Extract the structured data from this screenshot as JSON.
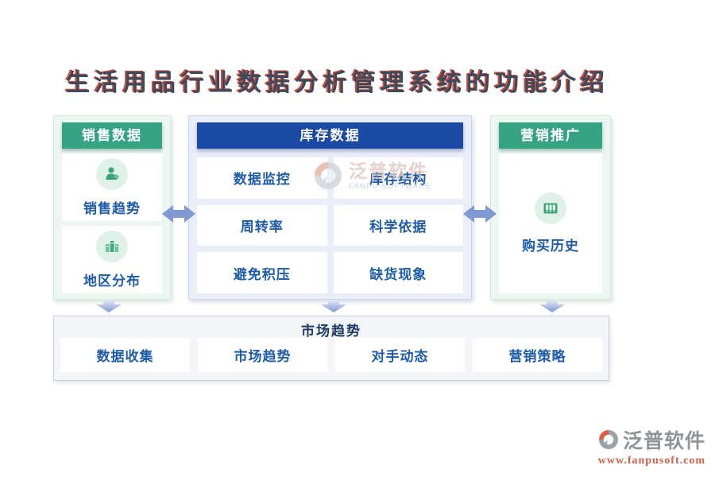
{
  "title": "生活用品行业数据分析管理系统的功能介绍",
  "panels": {
    "sales": {
      "header": "销售数据",
      "items": [
        {
          "label": "销售趋势",
          "icon": "user-icon"
        },
        {
          "label": "地区分布",
          "icon": "bar-chart-icon"
        }
      ]
    },
    "inventory": {
      "header": "库存数据",
      "items": [
        "数据监控",
        "库存结构",
        "周转率",
        "科学依据",
        "避免积压",
        "缺货现象"
      ]
    },
    "marketing": {
      "header": "营销推广",
      "items": [
        {
          "label": "购买历史",
          "icon": "archive-icon"
        }
      ]
    }
  },
  "bottom_section": {
    "header": "市场趋势",
    "items": [
      "数据收集",
      "市场趋势",
      "对手动态",
      "营销策略"
    ]
  },
  "watermarks": {
    "center": {
      "brand": "泛普软件",
      "subtitle": "FANPU SOFTWARE"
    },
    "corner": {
      "brand": "泛普软件",
      "url": "www.fanpusoft.com"
    }
  },
  "colors": {
    "title_text": "#3e4a5c",
    "title_accent": "#cf4b3a",
    "green_header": "#36a383",
    "blue_header": "#1a4aa3",
    "mint_panel_bg": "#ecf7f2",
    "blue_panel_bg": "#e9eef8",
    "label_blue": "#1e5cab",
    "icon_green": "#3aa57f",
    "arrow_blue": "#7e99d3",
    "bottom_bar_bg": "#f3f5f8",
    "bottom_title": "#1d3a66"
  }
}
